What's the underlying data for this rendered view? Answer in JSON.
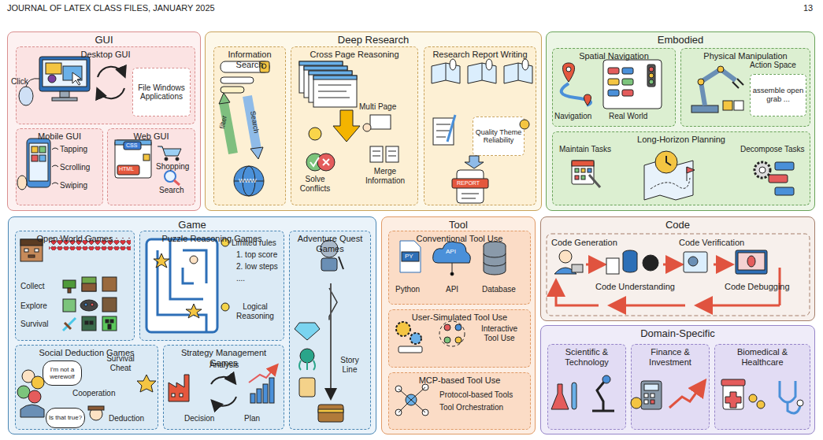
{
  "diagram": {
    "nodes": [
      {
        "text": [
          "GUI"
        ]
      },
      {
        "text": [
          "Desktop GUI"
        ],
        "in": 0
      },
      {
        "text": [
          "File Windows Applications"
        ],
        "in": 1
      },
      {
        "text": [
          "Mobile GUI"
        ],
        "in": 0
      },
      {
        "text": [
          "Web GUI"
        ],
        "in": 0
      },
      {
        "text": [
          "Deep Research"
        ]
      },
      {
        "text": [
          "Information Search"
        ],
        "in": 5
      },
      {
        "text": [
          "Cross Page Reasoning"
        ],
        "in": 5
      },
      {
        "text": [
          "Research Report Writing"
        ],
        "in": 5
      },
      {
        "text": [
          "Quality Theme Reliability"
        ],
        "in": 8
      },
      {
        "text": [
          "Embodied"
        ]
      },
      {
        "text": [
          "Spatial Navigation"
        ],
        "in": 10
      },
      {
        "text": [
          "Physical Manipulation"
        ],
        "in": 10
      },
      {
        "text": [
          "assemble open grab ..."
        ],
        "in": 12
      },
      {
        "text": [
          "Long-Horizon Planning"
        ],
        "in": 10
      },
      {
        "text": [
          "Game"
        ]
      },
      {
        "text": [
          "Open World Games"
        ],
        "in": 15
      },
      {
        "text": [
          "Puzzle Reasoning Games"
        ],
        "in": 15
      },
      {
        "text": [
          "Adventure Quest Games"
        ],
        "in": 15
      },
      {
        "text": [
          "Social Deduction Games"
        ],
        "in": 15
      },
      {
        "text": [
          "I'm not a werewolf"
        ],
        "in": 19
      },
      {
        "text": [
          "Is that true?"
        ],
        "in": 19
      },
      {
        "text": [
          "Strategy Management Games"
        ],
        "in": 15
      },
      {
        "text": [
          "Tool"
        ]
      },
      {
        "text": [
          "Conventional Tool Use"
        ],
        "in": 23
      },
      {
        "text": [
          "User-Simulated Tool Use"
        ],
        "in": 23
      },
      {
        "text": [
          "MCP-based Tool Use"
        ],
        "in": 23
      },
      {
        "text": [
          "Code"
        ]
      },
      {
        "text": [
          "Domain-Specific"
        ]
      },
      {
        "text": [
          "Scientific & Technology"
        ],
        "in": 28
      },
      {
        "text": [
          "Finance & Investment"
        ],
        "in": 28
      },
      {
        "text": [
          "Biomedical & Healthcare"
        ],
        "in": 28
      }
    ],
    "labels": [
      "JOURNAL OF LATEX CLASS FILES, JANUARY 2025",
      "13",
      "Click",
      "Tapping",
      "Scrolling",
      "Swiping",
      "CSS",
      "HTML",
      "Shopping",
      "Search",
      "filter",
      "Search",
      "WWW",
      "Multi Page",
      "Solve Conflicts",
      "Merge Information",
      "REPORT",
      "Navigation",
      "Real World",
      "Action Space",
      "Maintain Tasks",
      "Decompose Tasks",
      "Collect",
      "Explore",
      "Survival",
      "Limited rules",
      "1. top score",
      "2. low steps",
      "....",
      "Logical Reasoning",
      "Story Line",
      "Survival Cheat",
      "Cooperation",
      "Deduction",
      "Analysis",
      "Decision",
      "Plan",
      "PY",
      "API",
      "Python",
      "API",
      "Database",
      "Interactive Tool Use",
      "Protocol-based Tools",
      "Tool Orchestration",
      "Code Generation",
      "Code Verification",
      "Code Understanding",
      "Code Debugging"
    ]
  }
}
